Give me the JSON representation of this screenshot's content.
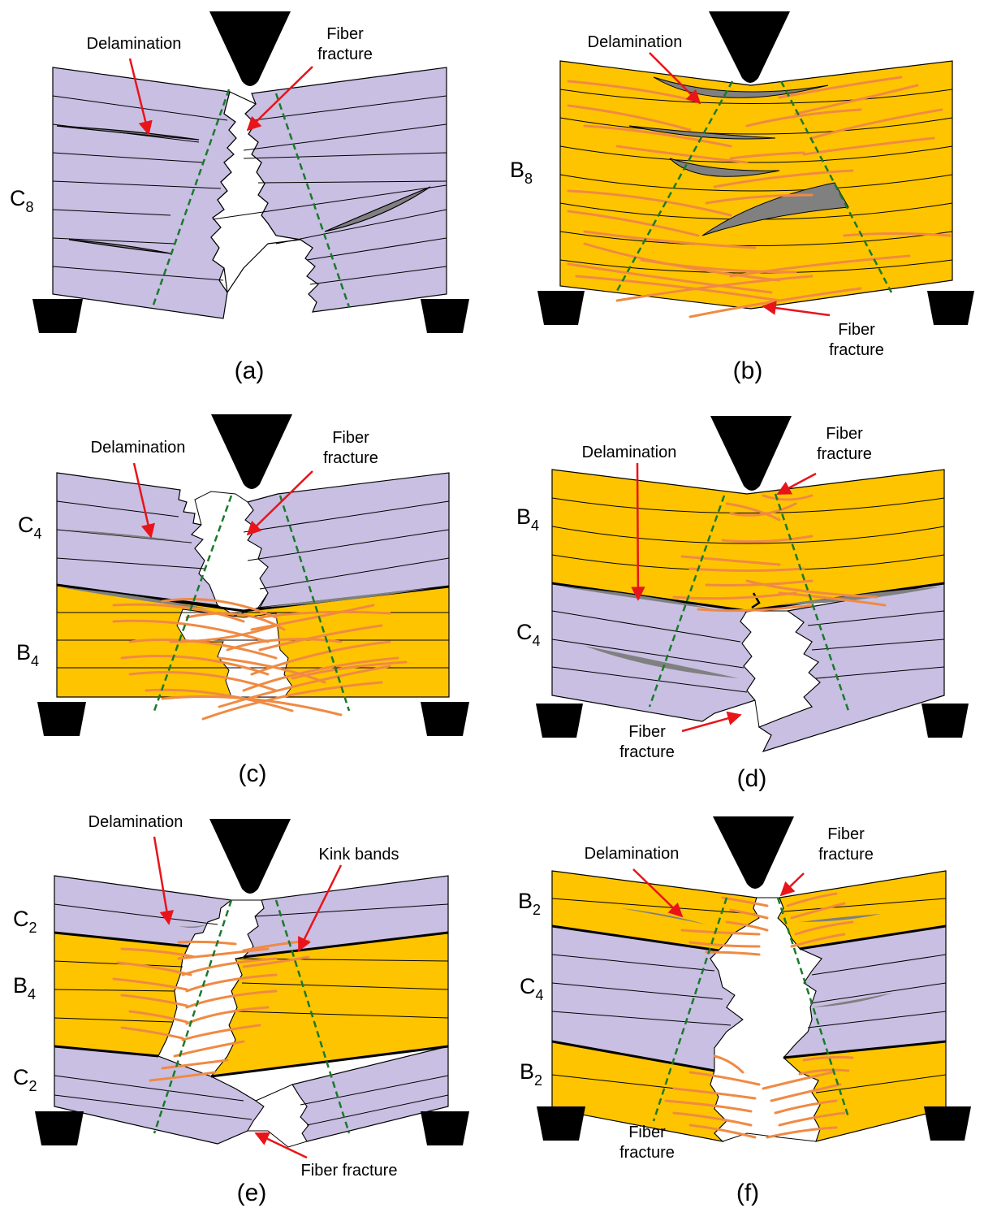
{
  "colors": {
    "carbon": "#c8bfe3",
    "basalt": "#fec400",
    "fiber_streak": "#f08a43",
    "crack_gap": "#808080",
    "arrow": "#e8141a",
    "guide_line": "#1a7a2a",
    "support": "#000000",
    "outline": "#000000"
  },
  "panels": [
    {
      "id": "a",
      "caption": "(a)",
      "stack_labels": [
        {
          "main": "C",
          "sub": "8"
        }
      ],
      "annotations": [
        {
          "lines": [
            "Delamination"
          ]
        },
        {
          "lines": [
            "Fiber",
            "fracture"
          ]
        }
      ]
    },
    {
      "id": "b",
      "caption": "(b)",
      "stack_labels": [
        {
          "main": "B",
          "sub": "8"
        }
      ],
      "annotations": [
        {
          "lines": [
            "Delamination"
          ]
        },
        {
          "lines": [
            "Fiber",
            "fracture"
          ]
        }
      ]
    },
    {
      "id": "c",
      "caption": "(c)",
      "stack_labels": [
        {
          "main": "C",
          "sub": "4"
        },
        {
          "main": "B",
          "sub": "4"
        }
      ],
      "annotations": [
        {
          "lines": [
            "Delamination"
          ]
        },
        {
          "lines": [
            "Fiber",
            "fracture"
          ]
        }
      ]
    },
    {
      "id": "d",
      "caption": "(d)",
      "stack_labels": [
        {
          "main": "B",
          "sub": "4"
        },
        {
          "main": "C",
          "sub": "4"
        }
      ],
      "annotations": [
        {
          "lines": [
            "Delamination"
          ]
        },
        {
          "lines": [
            "Fiber",
            "fracture"
          ]
        },
        {
          "lines": [
            "Fiber",
            "fracture"
          ]
        }
      ]
    },
    {
      "id": "e",
      "caption": "(e)",
      "stack_labels": [
        {
          "main": "C",
          "sub": "2"
        },
        {
          "main": "B",
          "sub": "4"
        },
        {
          "main": "C",
          "sub": "2"
        }
      ],
      "annotations": [
        {
          "lines": [
            "Delamination"
          ]
        },
        {
          "lines": [
            "Kink bands"
          ]
        },
        {
          "lines": [
            "Fiber fracture"
          ]
        }
      ]
    },
    {
      "id": "f",
      "caption": "(f)",
      "stack_labels": [
        {
          "main": "B",
          "sub": "2"
        },
        {
          "main": "C",
          "sub": "4"
        },
        {
          "main": "B",
          "sub": "2"
        }
      ],
      "annotations": [
        {
          "lines": [
            "Delamination"
          ]
        },
        {
          "lines": [
            "Fiber",
            "fracture"
          ]
        },
        {
          "lines": [
            "Fiber",
            "fracture"
          ]
        }
      ]
    }
  ]
}
